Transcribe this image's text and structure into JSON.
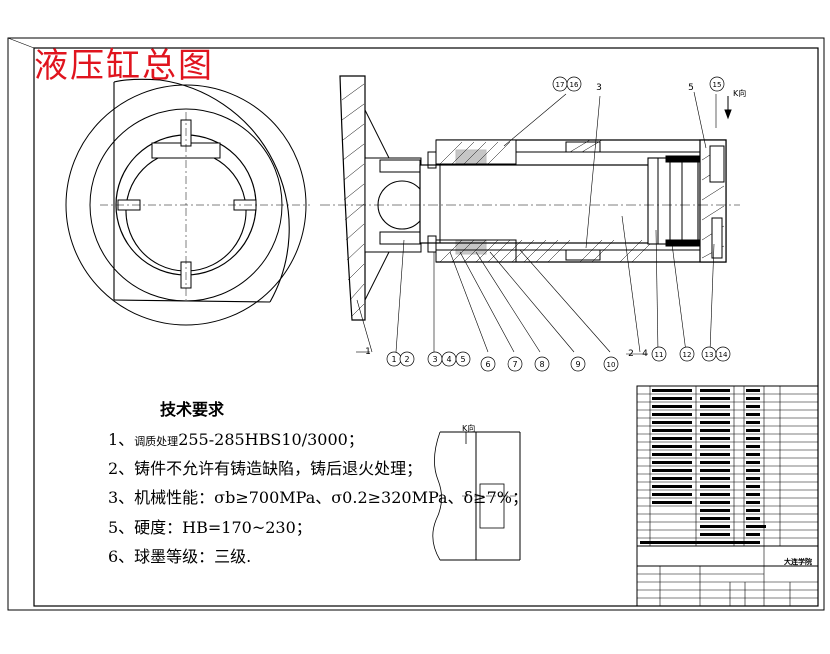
{
  "drawing": {
    "title": "液压缸总图",
    "view_label": "K向",
    "detail_label": "K向"
  },
  "balloons": {
    "b1": "1",
    "b2": "2",
    "b3": "3",
    "b4": "4",
    "b5": "5",
    "b6": "6",
    "b7": "7",
    "b8": "8",
    "b9": "9",
    "b10": "10",
    "b11": "11",
    "b12": "12",
    "b13": "13",
    "b14": "14",
    "b15": "15",
    "b16": "16",
    "b17": "17",
    "plain_3": "3",
    "plain_5": "5",
    "plain_1": "1",
    "plain_2": "2",
    "plain_4": "4"
  },
  "requirements": {
    "heading": "技术要求",
    "r1_prefix": "1、",
    "r1_small": "调质处理",
    "r1_text": "255-285HBS10/3000；",
    "r2": "2、铸件不允许有铸造缺陷，铸后退火处理；",
    "r3": "3、机械性能：σb≥700MPa、σ0.2≥320MPa、δ≥7%；",
    "r5": "5、硬度：HB=170~230；",
    "r6": "6、球墨等级：三级."
  },
  "title_block": {
    "school": "大连学院"
  }
}
